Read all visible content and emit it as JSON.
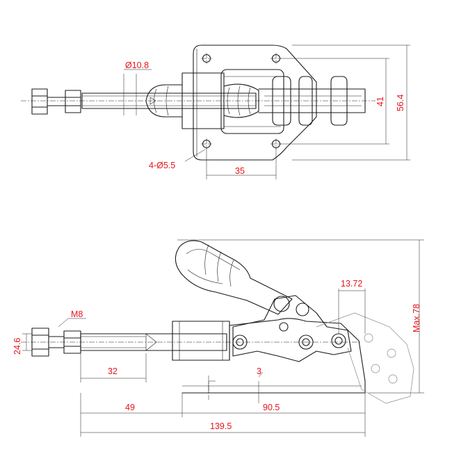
{
  "colors": {
    "dimension_text": "#e8141b",
    "line": "#1a1a1a",
    "ghost_outline": "#888888",
    "background": "#ffffff"
  },
  "top_view": {
    "dim_rod_diameter": "Ø10.8",
    "dim_mount_holes": "4-Ø5.5",
    "dim_hole_spacing": "35",
    "dim_hole_height": "41",
    "dim_base_height": "56.4"
  },
  "side_view": {
    "dim_thread": "M8",
    "dim_height_max": "Max.78",
    "dim_stroke_offset": "13.72",
    "dim_spindle_height": "24.6",
    "dim_thread_length": "32",
    "dim_base_thickness": "3",
    "dim_extension": "49",
    "dim_body_length": "90.5",
    "dim_overall_length": "139.5"
  }
}
